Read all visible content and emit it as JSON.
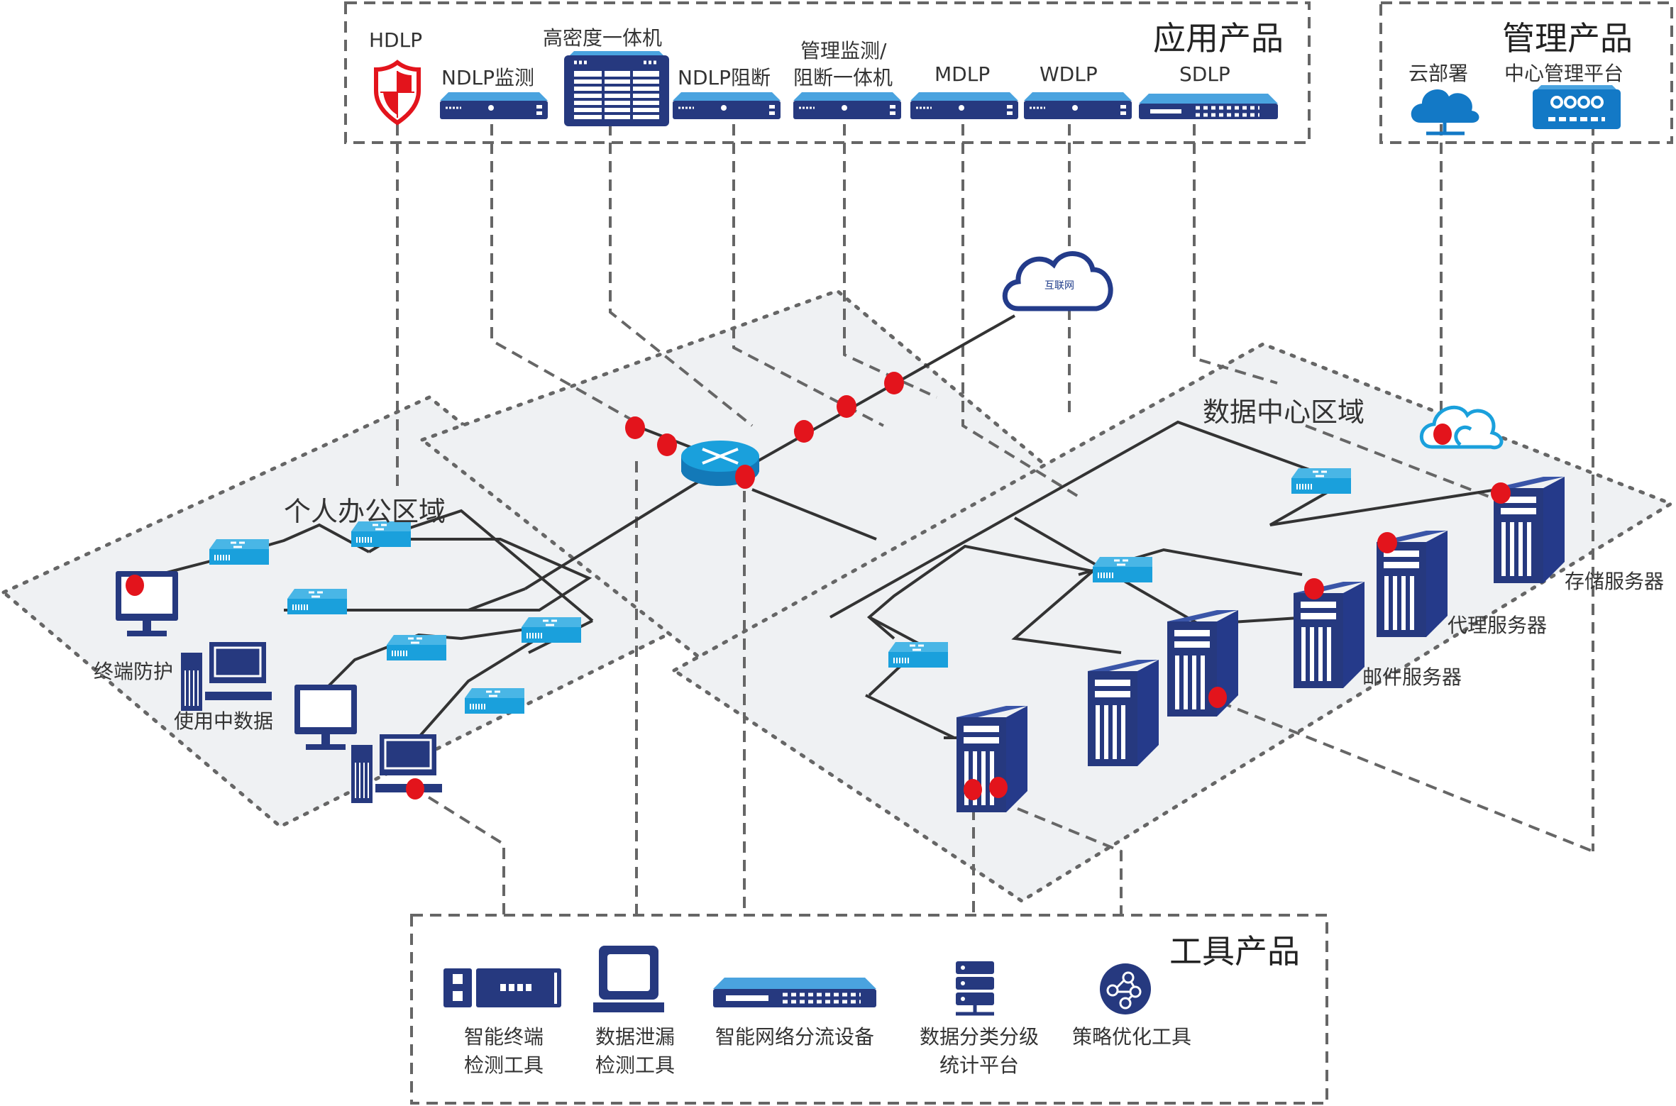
{
  "colors": {
    "navy": "#253a8a",
    "light_blue": "#1aa0dc",
    "red": "#e3141c",
    "zone_fill": "#eff1f3",
    "dash": "#666666",
    "line": "#333333"
  },
  "application_products": {
    "title": "应用产品",
    "items": [
      {
        "label": "HDLP",
        "icon": "shield-icon"
      },
      {
        "label": "NDLP监测",
        "icon": "appliance-icon"
      },
      {
        "label": "高密度一体机",
        "icon": "chassis-icon"
      },
      {
        "label": "NDLP阻断",
        "icon": "appliance-icon"
      },
      {
        "label_line1": "管理监测/",
        "label_line2": "阻断一体机",
        "icon": "appliance-icon"
      },
      {
        "label": "MDLP",
        "icon": "appliance-icon"
      },
      {
        "label": "WDLP",
        "icon": "appliance-icon"
      },
      {
        "label": "SDLP",
        "icon": "rack-switch-icon"
      }
    ]
  },
  "management_products": {
    "title": "管理产品",
    "items": [
      {
        "label": "云部署",
        "icon": "cloud-network-icon"
      },
      {
        "label": "中心管理平台",
        "icon": "management-appliance-icon"
      }
    ]
  },
  "internet": {
    "label": "互联网",
    "icon": "cloud-icon"
  },
  "office_zone": {
    "title": "个人办公区域",
    "labels": {
      "endpoint_protection": "终端防护",
      "data_in_use": "使用中数据"
    }
  },
  "datacenter_zone": {
    "title": "数据中心区域",
    "servers": [
      {
        "label": "存储服务器"
      },
      {
        "label": "代理服务器"
      },
      {
        "label": "邮件服务器"
      }
    ]
  },
  "tool_products": {
    "title": "工具产品",
    "items": [
      {
        "label_line1": "智能终端",
        "label_line2": "检测工具",
        "icon": "endpoint-appliance-icon"
      },
      {
        "label_line1": "数据泄漏",
        "label_line2": "检测工具",
        "icon": "laptop-icon"
      },
      {
        "label_line1": "智能网络分流设备",
        "label_line2": "",
        "icon": "rack-switch-icon"
      },
      {
        "label_line1": "数据分类分级",
        "label_line2": "统计平台",
        "icon": "server-stack-icon"
      },
      {
        "label_line1": "策略优化工具",
        "label_line2": "",
        "icon": "network-nodes-icon"
      }
    ]
  }
}
